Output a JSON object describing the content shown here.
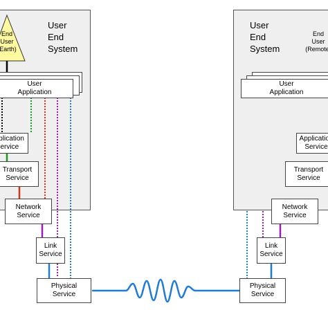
{
  "colors": {
    "panel": "#efefef",
    "triangle_fill": "#fff9a0",
    "line_black": "#000000",
    "line_green": "#1a9a1a",
    "line_red": "#d0351a",
    "line_purple": "#9b1fb5",
    "line_blue": "#1f7ad8",
    "wave": "#1f7ad8"
  },
  "left": {
    "title": [
      "User",
      "End",
      "System"
    ],
    "user_label": [
      "End",
      "User",
      "(Earth)"
    ],
    "app": [
      "User",
      "Application"
    ],
    "app_service": [
      "Application",
      "Service"
    ],
    "transport": [
      "Transport",
      "Service"
    ],
    "network": [
      "Network",
      "Service"
    ],
    "link": [
      "Link",
      "Service"
    ],
    "physical": [
      "Physical",
      "Service"
    ]
  },
  "right": {
    "title": [
      "User",
      "End",
      "System"
    ],
    "user_label": [
      "End",
      "User",
      "(Remote)"
    ],
    "app": [
      "User",
      "Application"
    ],
    "app_service": [
      "Application",
      "Service"
    ],
    "transport": [
      "Transport",
      "Service"
    ],
    "network": [
      "Network",
      "Service"
    ],
    "link": [
      "Link",
      "Service"
    ],
    "physical": [
      "Physical",
      "Service"
    ]
  }
}
